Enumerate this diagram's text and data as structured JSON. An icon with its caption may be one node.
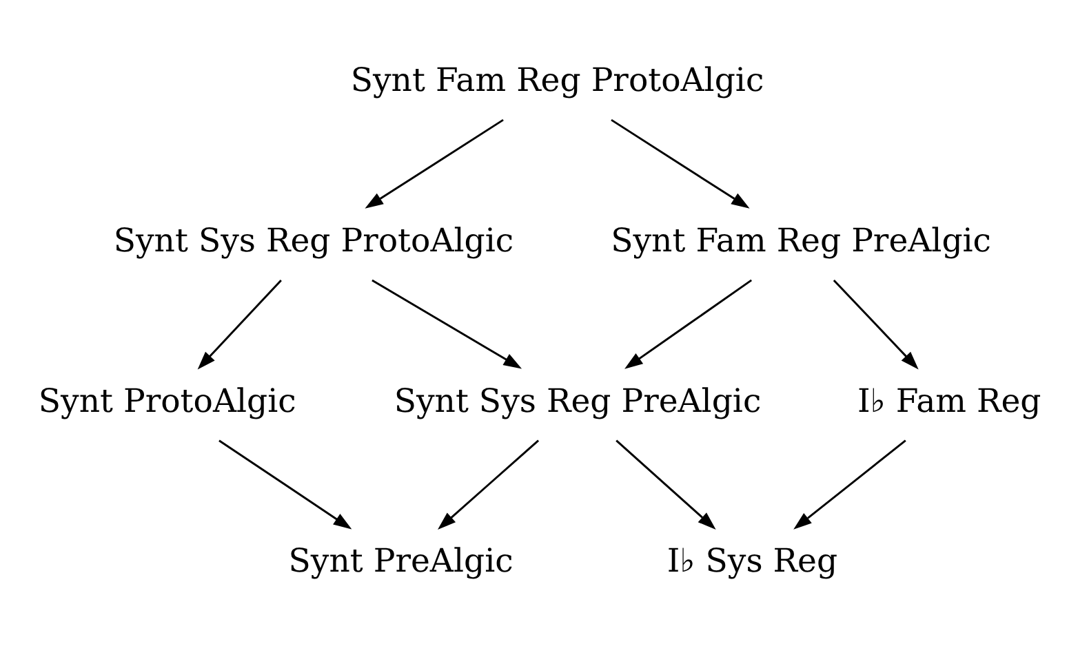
{
  "diagram": {
    "nodes": [
      {
        "text": [
          "Synt Fam Reg ProtoAlgic"
        ]
      },
      {
        "text": [
          "Synt Sys Reg ProtoAlgic"
        ]
      },
      {
        "text": [
          "Synt Fam Reg PreAlgic"
        ]
      },
      {
        "text": [
          "Synt ProtoAlgic"
        ]
      },
      {
        "text": [
          "Synt Sys Reg PreAlgic"
        ]
      },
      {
        "text": [
          "I♭ Fam Reg"
        ]
      },
      {
        "text": [
          "Synt PreAlgic"
        ]
      },
      {
        "text": [
          "I♭ Sys Reg"
        ]
      }
    ],
    "edges": [
      {
        "from": 0,
        "to": 1,
        "arrow": "to"
      },
      {
        "from": 0,
        "to": 2,
        "arrow": "to"
      },
      {
        "from": 1,
        "to": 3,
        "arrow": "to"
      },
      {
        "from": 1,
        "to": 4,
        "arrow": "to"
      },
      {
        "from": 2,
        "to": 4,
        "arrow": "to"
      },
      {
        "from": 2,
        "to": 5,
        "arrow": "to"
      },
      {
        "from": 3,
        "to": 6,
        "arrow": "to"
      },
      {
        "from": 4,
        "to": 6,
        "arrow": "to"
      },
      {
        "from": 4,
        "to": 7,
        "arrow": "to"
      },
      {
        "from": 5,
        "to": 7,
        "arrow": "to"
      }
    ]
  }
}
